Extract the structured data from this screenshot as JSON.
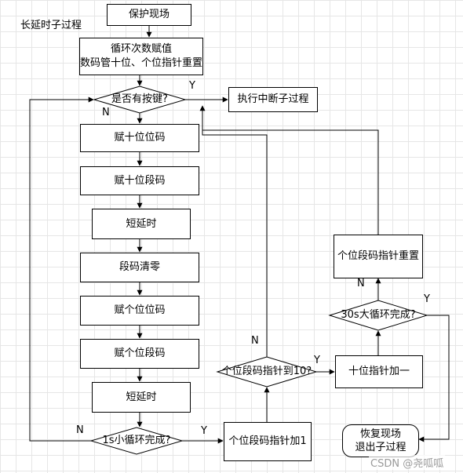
{
  "diagram": {
    "title": "长延时子过程",
    "nodes": {
      "protect": "保护现场",
      "init_line1": "循环次数赋值",
      "init_line2": "数码管十位、个位指针重置",
      "key_check": "是否有按键?",
      "interrupt": "执行中断子过程",
      "tens_pos": "赋十位位码",
      "tens_seg": "赋十位段码",
      "delay1": "短延时",
      "clear": "段码清零",
      "ones_pos": "赋个位位码",
      "ones_seg": "赋个位段码",
      "delay2": "短延时",
      "loop_1s": "1s小循环完成?",
      "ones_ptr_inc": "个位段码指针加1",
      "ptr_to_10": "个位段码指针到10?",
      "tens_ptr_inc": "十位指针加一",
      "loop_30s": "30s大循环完成?",
      "ones_ptr_reset": "个位段码指针重置",
      "restore_line1": "恢复现场",
      "restore_line2": "退出子过程"
    },
    "labels": {
      "key_yes": "Y",
      "key_no": "N",
      "loop1s_yes": "Y",
      "loop1s_no": "N",
      "ptr10_yes": "Y",
      "ptr10_no": "N",
      "loop30_yes": "Y",
      "loop30_no": "N"
    },
    "watermark": "CSDN @尧呱呱"
  }
}
